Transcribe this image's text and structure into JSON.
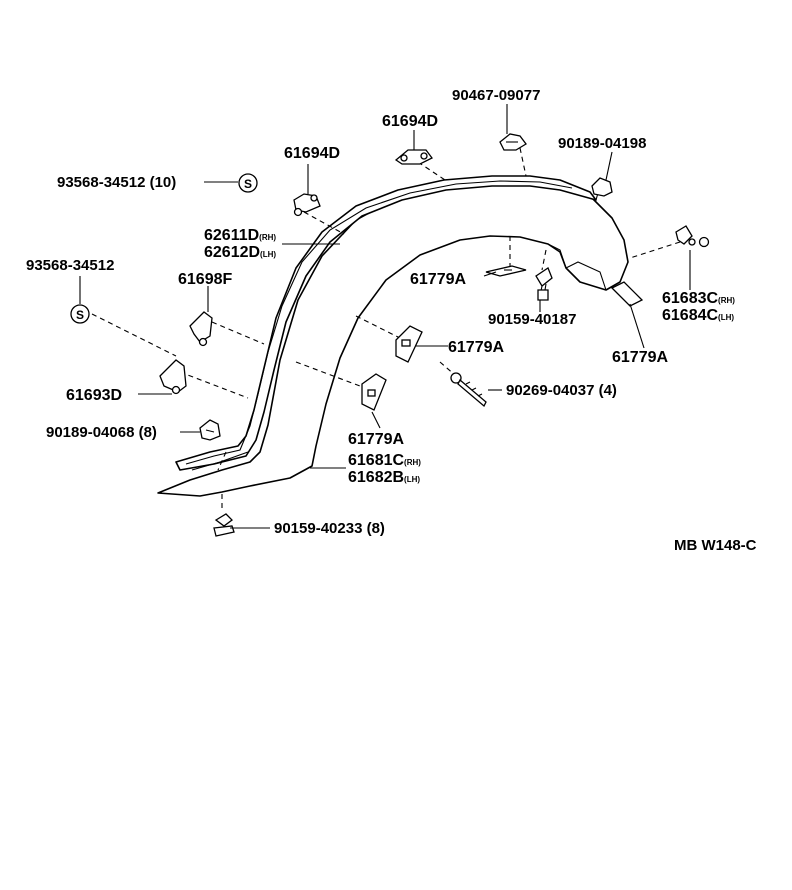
{
  "diagram_code": "MB W148-C",
  "sides": {
    "rh": "(RH)",
    "lh": "(LH)"
  },
  "s_marker": "S",
  "parts": {
    "p90467": "90467-09077",
    "p61694d_top": "61694D",
    "p90189_04198": "90189-04198",
    "p61694d": "61694D",
    "p93568_10": "93568-34512 (10)",
    "p62611d": "62611D",
    "p62612d": "62612D",
    "p93568": "93568-34512",
    "p61698f": "61698F",
    "p61779a_1": "61779A",
    "p61683c": "61683C",
    "p61684c": "61684C",
    "p90159_40187": "90159-40187",
    "p61779a_2": "61779A",
    "p61779a_3": "61779A",
    "p61693d": "61693D",
    "p90269": "90269-04037 (4)",
    "p90189_04068": "90189-04068 (8)",
    "p61779a_4": "61779A",
    "p61681c": "61681C",
    "p61682b": "61682B",
    "p90159_40233": "90159-40233 (8)"
  }
}
